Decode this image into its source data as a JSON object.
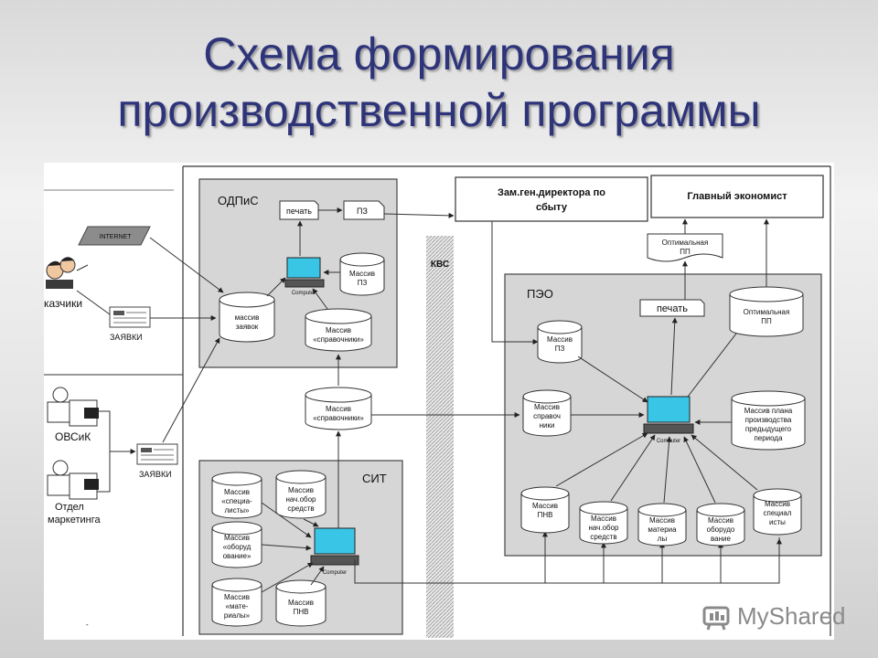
{
  "title": {
    "line1": "Схема формирования",
    "line2": "производственной программы"
  },
  "diagram": {
    "left": {
      "internet": "INTERNET",
      "customers": "казчики",
      "orders_top": "ЗАЯВКИ",
      "ovsik": "ОВСиК",
      "orders_bottom": "ЗАЯВКИ",
      "marketing_l1": "Отдел",
      "marketing_l2": "маркетинга"
    },
    "odpis": {
      "label": "ОДПиС",
      "print": "печать",
      "pz_doc": "ПЗ",
      "computer": "Computer",
      "arr_pz_l1": "Массив",
      "arr_pz_l2": "ПЗ",
      "arr_orders_l1": "массив",
      "arr_orders_l2": "заявок",
      "arr_ref_l1": "Массив",
      "arr_ref_l2": "«справочники»"
    },
    "kvs": "КВС",
    "center": {
      "arr_ref_l1": "Массив",
      "arr_ref_l2": "«справочники»"
    },
    "sit": {
      "label": "СИТ",
      "computer": "Computer",
      "arr_spec_l1": "Массив",
      "arr_spec_l2": "«специа-",
      "arr_spec_l3": "листы»",
      "arr_fixed_l1": "Массив",
      "arr_fixed_l2": "нач.обор",
      "arr_fixed_l3": "средств",
      "arr_equip_l1": "Массив",
      "arr_equip_l2": "«оборуд",
      "arr_equip_l3": "ование»",
      "arr_mat_l1": "Массив",
      "arr_mat_l2": "«мате-",
      "arr_mat_l3": "риалы»",
      "arr_pnv_l1": "Массив",
      "arr_pnv_l2": "ПНВ"
    },
    "top_right": {
      "deputy_l1": "Зам.ген.директора по",
      "deputy_l2": "сбыту",
      "chief_economist": "Главный экономист",
      "opt_doc_l1": "Оптимальная",
      "opt_doc_l2": "ПП"
    },
    "peo": {
      "label": "ПЭО",
      "print": "печать",
      "computer": "Computer",
      "arr_pz_l1": "Массив",
      "arr_pz_l2": "ПЗ",
      "arr_opt_l1": "Оптимальная",
      "arr_opt_l2": "ПП",
      "arr_ref_l1": "Массив",
      "arr_ref_l2": "справоч",
      "arr_ref_l3": "ники",
      "arr_plan_l1": "Массив плана",
      "arr_plan_l2": "производства",
      "arr_plan_l3": "предыдущего",
      "arr_plan_l4": "периода",
      "arr_pnv_l1": "Массив",
      "arr_pnv_l2": "ПНВ",
      "arr_fixed_l1": "Массив",
      "arr_fixed_l2": "нач.обор",
      "arr_fixed_l3": "средств",
      "arr_mat_l1": "Массив",
      "arr_mat_l2": "материа",
      "arr_mat_l3": "лы",
      "arr_equip_l1": "Массив",
      "arr_equip_l2": "оборудо",
      "arr_equip_l3": "вание",
      "arr_spec_l1": "Массив",
      "arr_spec_l2": "специал",
      "arr_spec_l3": "исты"
    }
  },
  "watermark": {
    "brand": "MyShared",
    "icon": "myshared-logo-icon"
  },
  "colors": {
    "title": "#2e3479",
    "panel": "#d6d6d6",
    "screen": "#39c6e6"
  }
}
